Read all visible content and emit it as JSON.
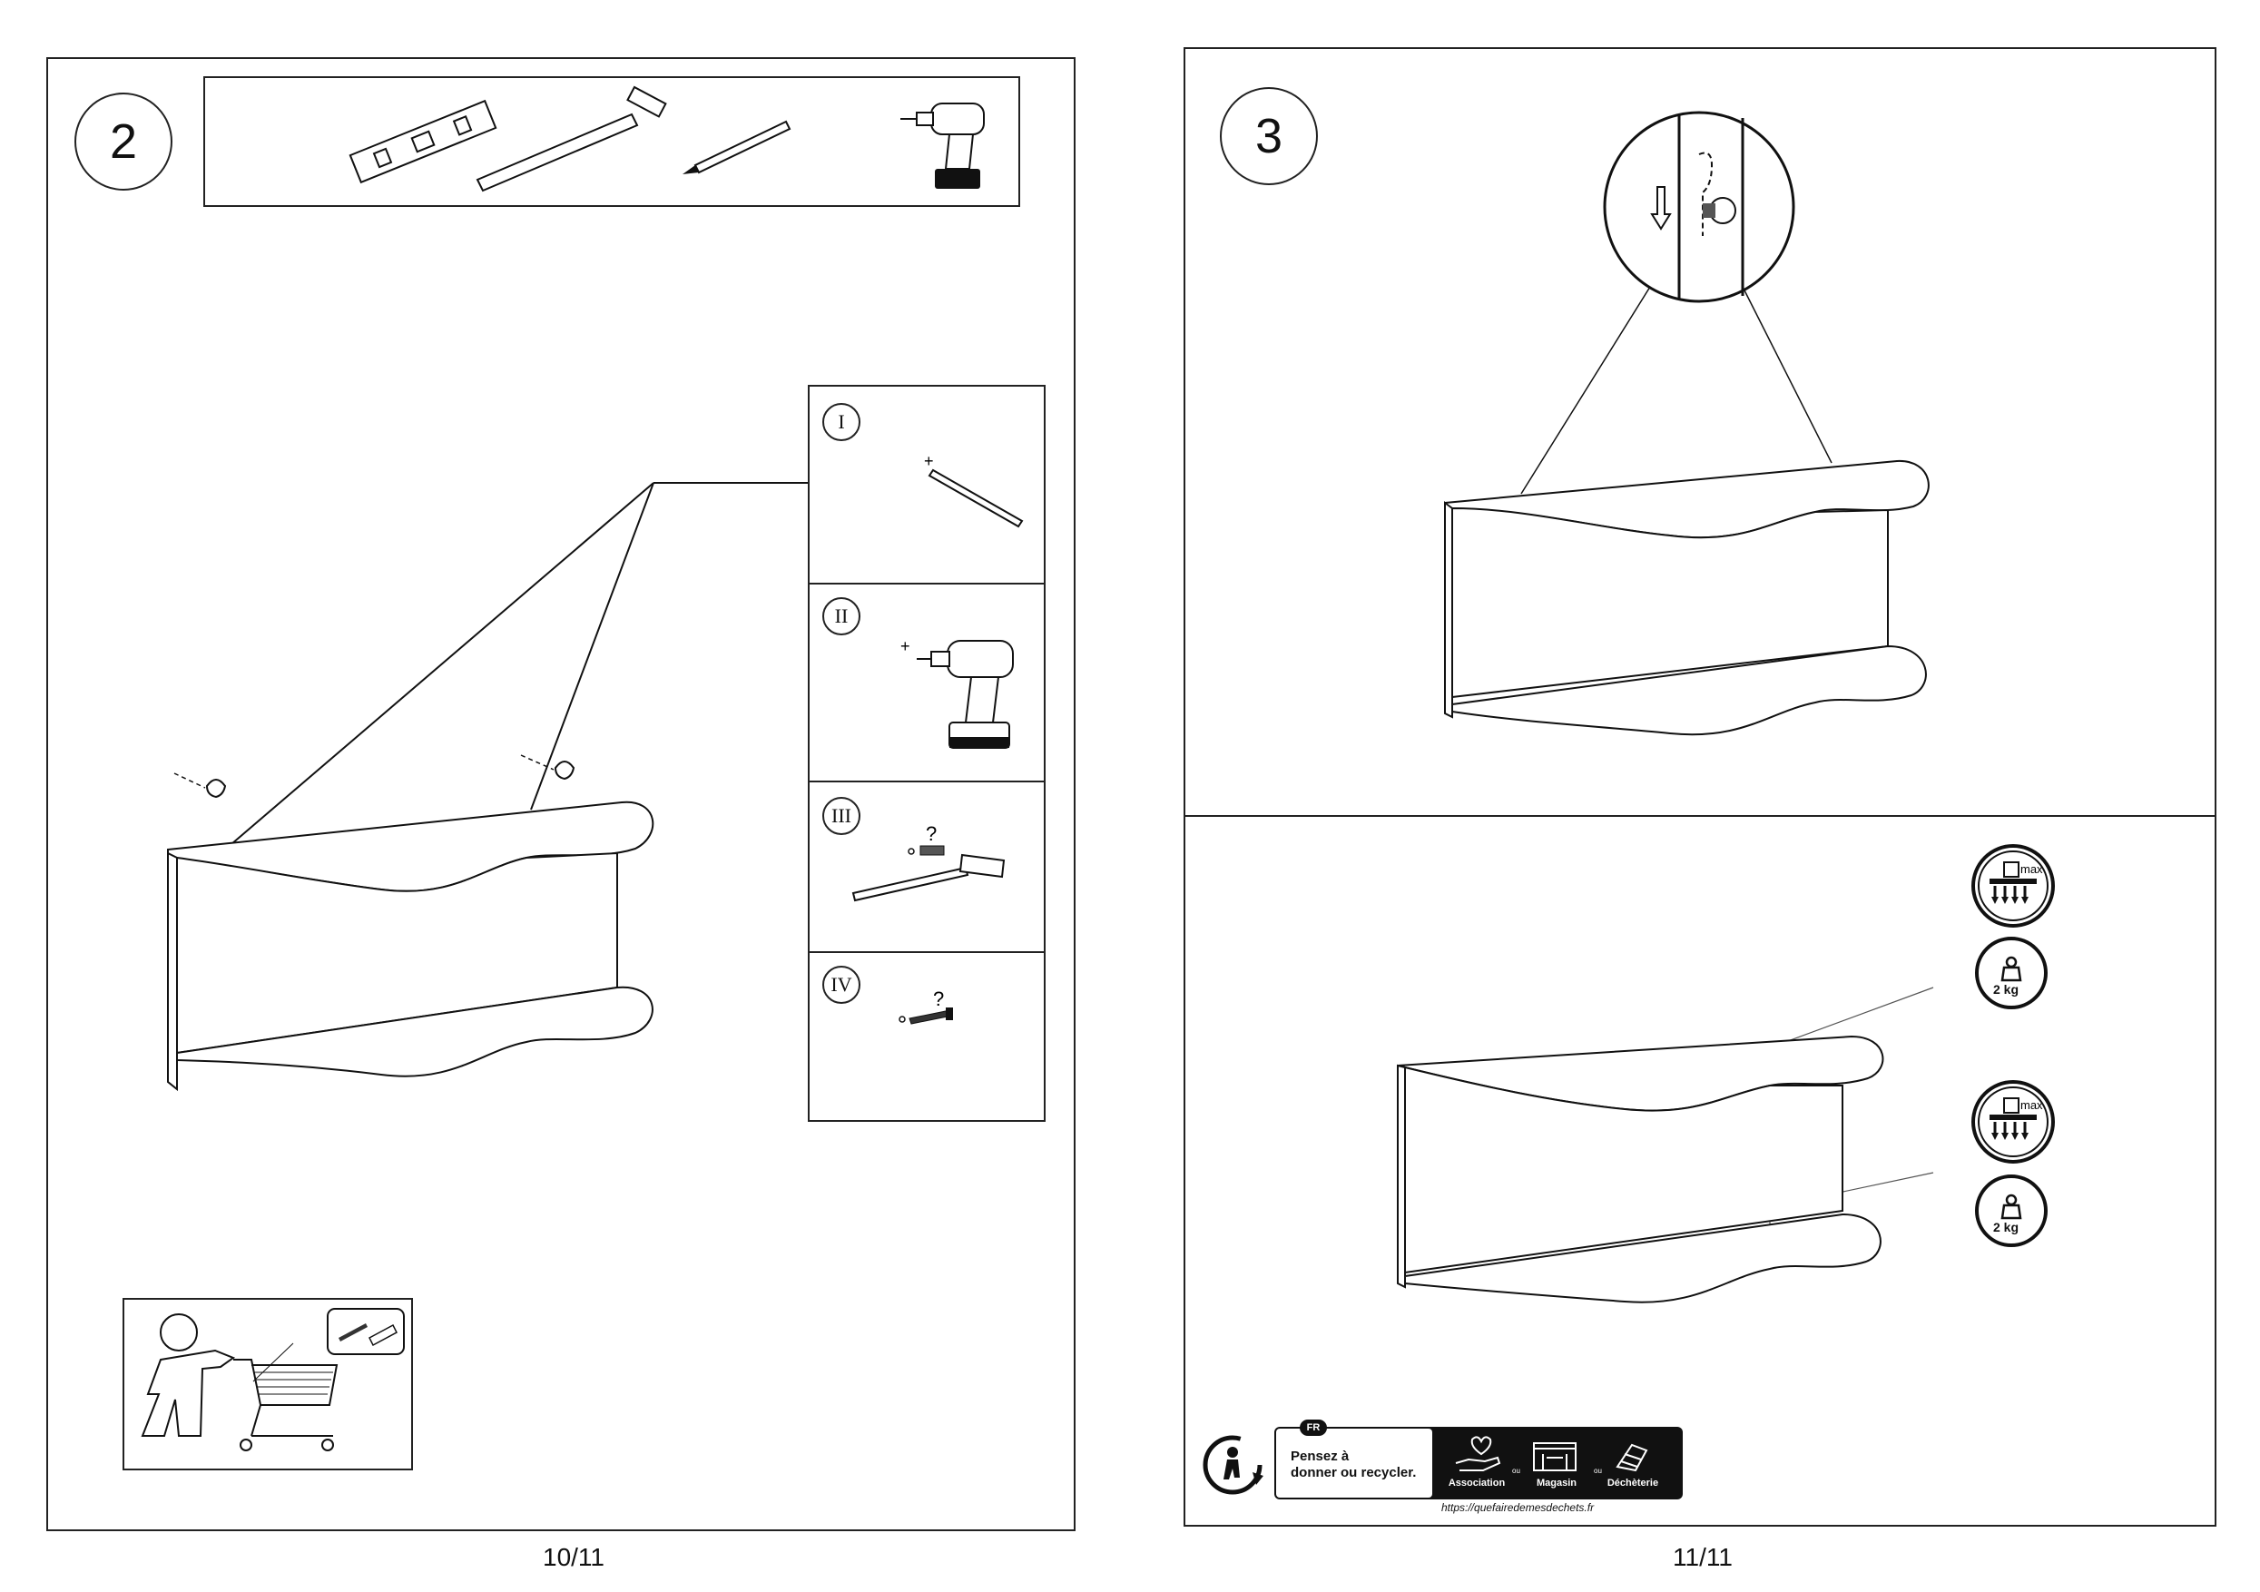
{
  "pages": [
    {
      "step": "2",
      "page_number": "10/11",
      "substeps": [
        "I",
        "II",
        "III",
        "IV"
      ],
      "substep_marks": [
        "?",
        "?"
      ]
    },
    {
      "step": "3",
      "page_number": "11/11",
      "load_limits": [
        {
          "badge": "max",
          "weight": "2 kg"
        },
        {
          "badge": "max",
          "weight": "2 kg"
        }
      ],
      "recycling": {
        "country_tag": "FR",
        "title": "Pensez à\ndonner ou recycler.",
        "options": [
          "Association",
          "Magasin",
          "Déchèterie"
        ],
        "separator": "ou",
        "url": "https://quefairedemesdechets.fr"
      }
    }
  ],
  "icons": [
    "level-icon",
    "hammer-icon",
    "pencil-icon",
    "drill-icon",
    "screw-icon",
    "plug-icon",
    "weight-icon",
    "recycle-icon",
    "heart-hand-icon",
    "store-icon",
    "waste-center-icon",
    "arrow-down-icon",
    "person-cart-icon"
  ]
}
